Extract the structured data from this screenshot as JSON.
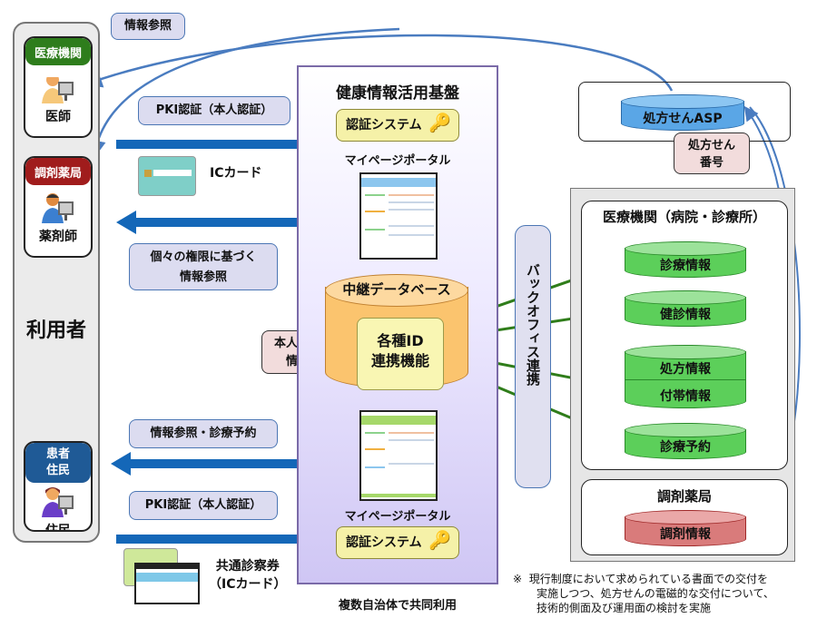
{
  "users": {
    "label": "利用者",
    "roles": [
      {
        "header": "医療機関",
        "name": "医師",
        "header_color": "#2e7d1c",
        "icon": "doctor-icon"
      },
      {
        "header": "調剤薬局",
        "name": "薬剤師",
        "header_color": "#a01c1c",
        "icon": "pharmacist-icon"
      },
      {
        "header_line1": "患者",
        "header_line2": "住民",
        "name": "住民",
        "header_color": "#1f5a96",
        "icon": "resident-icon"
      }
    ]
  },
  "callouts": {
    "info_ref_top": "情報参照",
    "pki_top": "PKI認証（本人認証）",
    "ic_card": "ICカード",
    "per_authority_line1": "個々の権限に基づく",
    "per_authority_line2": "情報参照",
    "personal_id_line1": "本人特定",
    "personal_id_line2": "情報",
    "info_ref_reserve": "情報参照・診療予約",
    "pki_bottom": "PKI認証（本人認証）",
    "common_card_line1": "共通診察券",
    "common_card_line2": "（ICカード）"
  },
  "platform": {
    "title": "健康情報活用基盤",
    "auth_system": "認証システム",
    "portal_label": "マイページポータル",
    "db_title": "中継データベース",
    "id_line1": "各種ID",
    "id_line2": "連携機能",
    "footer": "複数自治体で共同利用"
  },
  "backoffice": {
    "label": "バックオフィス連携"
  },
  "asp": {
    "label": "処方せんASP",
    "number_line1": "処方せん",
    "number_line2": "番号"
  },
  "medical": {
    "title": "医療機関（病院・診療所）",
    "dbs": [
      "診療情報",
      "健診情報",
      "処方情報",
      "付帯情報",
      "診療予約"
    ]
  },
  "pharmacy": {
    "title": "調剤薬局",
    "db": "調剤情報"
  },
  "note": {
    "mark": "※",
    "line1": "現行制度において求められている書面での交付を",
    "line2": "実施しつつ、処方せんの電磁的な交付について、",
    "line3": "技術的側面及び運用面の検討を実施"
  },
  "colors": {
    "flow_blue": "#1467b8",
    "link_green": "#2f7d1a",
    "curve_blue": "#4a7cc0",
    "db_green": "#5ccf5a",
    "db_red": "#d97b7b",
    "asp_blue": "#5aa6e6"
  }
}
